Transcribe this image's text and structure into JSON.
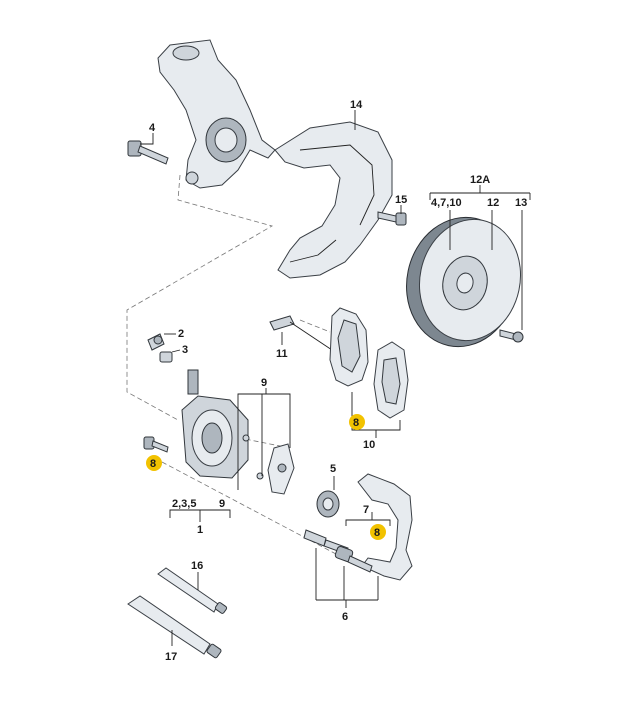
{
  "labels": {
    "l1": "1",
    "l2": "2",
    "l3": "3",
    "l4": "4",
    "l5": "5",
    "l6": "6",
    "l7": "7",
    "l8a": "8",
    "l8b": "8",
    "l8c": "8",
    "l9": "9",
    "l9b": "9",
    "l10": "10",
    "l11": "11",
    "l12": "12",
    "l12a": "12A",
    "l12a_group": "4,7,10",
    "l13": "13",
    "l14": "14",
    "l15": "15",
    "l16": "16",
    "l17": "17",
    "l235": "2,3,5"
  },
  "colors": {
    "callout_highlight": "#f2c200",
    "part_outline": "#3a3f45",
    "part_fill": "#e7ebef"
  }
}
